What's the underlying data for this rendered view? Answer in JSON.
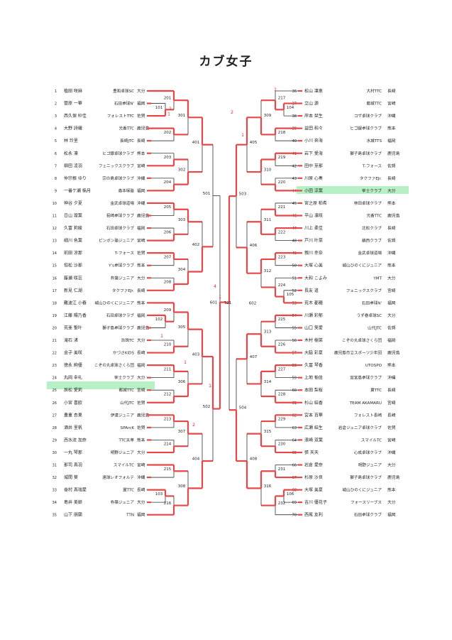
{
  "title": "カブ女子",
  "left_players": [
    {
      "no": "1",
      "name": "植田 咲麻",
      "club": "豊和卓球SC",
      "pref": "大分"
    },
    {
      "no": "2",
      "name": "菅原 一華",
      "club": "石田卓球N'",
      "pref": "福岡"
    },
    {
      "no": "3",
      "name": "西久保 紗佳",
      "club": "フォレストTTC",
      "pref": "佐賀"
    },
    {
      "no": "4",
      "name": "大野 詩織",
      "club": "光香TTC",
      "pref": "鹿児島"
    },
    {
      "no": "5",
      "name": "林 玲里",
      "club": "長崎JTC",
      "pref": "長崎"
    },
    {
      "no": "6",
      "name": "松永 凛",
      "club": "ヒゴ銀卓球クラブ",
      "pref": "熊本"
    },
    {
      "no": "7",
      "name": "柳田 凌羽",
      "club": "フェニックスクラブ",
      "pref": "宮崎"
    },
    {
      "no": "8",
      "name": "仲宗根 ゆり",
      "club": "宗の島卓球クラブ",
      "pref": "沖縄"
    },
    {
      "no": "9",
      "name": "一番ケ瀬 楠月",
      "club": "森本塚塾",
      "pref": "福岡"
    },
    {
      "no": "10",
      "name": "神谷 夕夏",
      "club": "金武卓球道場",
      "pref": "沖縄"
    },
    {
      "no": "11",
      "name": "日山 理葉",
      "club": "祝崎卓球クラブ",
      "pref": "鹿児島"
    },
    {
      "no": "12",
      "name": "久富 莉綾",
      "club": "石田卓球クラブ",
      "pref": "福岡"
    },
    {
      "no": "13",
      "name": "細川 色葉",
      "club": "ピンポン塾ジュニア",
      "pref": "宮崎"
    },
    {
      "no": "14",
      "name": "前田 涼那",
      "club": "T-フォース",
      "pref": "佐賀"
    },
    {
      "no": "15",
      "name": "恒松 沙那",
      "club": "Y's卓球クラブ",
      "pref": "熊本"
    },
    {
      "no": "16",
      "name": "藤瀬 咲芸",
      "club": "杵築ジュニア",
      "pref": "大分"
    },
    {
      "no": "17",
      "name": "新見 仁湖",
      "club": "タクファEJr.",
      "pref": "長崎"
    },
    {
      "no": "18",
      "name": "難波江 小春",
      "club": "城山ひのくにジュニア",
      "pref": "熊本"
    },
    {
      "no": "19",
      "name": "江藤 陽乃香",
      "club": "石田卓球クラブ",
      "pref": "福岡"
    },
    {
      "no": "20",
      "name": "荒亜 聖叶",
      "club": "獅子島卓球クラブ",
      "pref": "鹿児島"
    },
    {
      "no": "21",
      "name": "滝石 渚",
      "club": "玖珠TC",
      "pref": "大分"
    },
    {
      "no": "22",
      "name": "金子 美咲",
      "club": "かづさKIDS",
      "pref": "長崎"
    },
    {
      "no": "23",
      "name": "徳永 絢優",
      "club": "こぞの丸卓球さくら団",
      "pref": "福岡"
    },
    {
      "no": "24",
      "name": "丸岡 幸礼",
      "club": "宰士クラブ",
      "pref": "大分"
    },
    {
      "no": "25",
      "name": "辰松 愛莉",
      "club": "都城TTC",
      "pref": "宮崎"
    },
    {
      "no": "26",
      "name": "小宮 喜欧",
      "club": "山代JTC",
      "pref": "佐賀"
    },
    {
      "no": "27",
      "name": "豊重 杏果",
      "club": "伊達ジュニア",
      "pref": "鹿児島"
    },
    {
      "no": "28",
      "name": "酒井 里帆",
      "club": "SPArcK",
      "pref": "佐賀"
    },
    {
      "no": "29",
      "name": "西水流 加奈",
      "club": "TTC天草",
      "pref": "熊本"
    },
    {
      "no": "30",
      "name": "一丸 琴那",
      "club": "明野ジュニア",
      "pref": "大分"
    },
    {
      "no": "31",
      "name": "那司 真羽",
      "club": "スマイルTC",
      "pref": "宮崎"
    },
    {
      "no": "32",
      "name": "城間 葵",
      "club": "遠球レオフォルテ",
      "pref": "沖縄"
    },
    {
      "no": "33",
      "name": "嵜村 真瑞愛",
      "club": "翼TTC",
      "pref": "長崎"
    },
    {
      "no": "34",
      "name": "島井 美娘",
      "club": "杵築ジュニア",
      "pref": "大分"
    },
    {
      "no": "35",
      "name": "山下 朋蘭",
      "club": "TTN",
      "pref": "福岡"
    }
  ],
  "right_players": [
    {
      "no": "36",
      "name": "松山 凜恵",
      "club": "大村TTC",
      "pref": "長崎"
    },
    {
      "no": "37",
      "name": "立山 源",
      "club": "都城TTC",
      "pref": "宮崎"
    },
    {
      "no": "38",
      "name": "岸本 栞生",
      "club": "コザ卓球クラブ",
      "pref": "沖縄"
    },
    {
      "no": "39",
      "name": "益田 和々",
      "club": "ヒゴ銀卓球クラブ",
      "pref": "熊本"
    },
    {
      "no": "40",
      "name": "小川 奔海",
      "club": "水城TTS",
      "pref": "福岡"
    },
    {
      "no": "41",
      "name": "岩下 愛海",
      "club": "獅子島卓球クラブ",
      "pref": "鹿児島"
    },
    {
      "no": "42",
      "name": "田中 芽那",
      "club": "T-フォース",
      "pref": "佐賀"
    },
    {
      "no": "43",
      "name": "川原 心奏",
      "club": "タクファEJr.",
      "pref": "長崎"
    },
    {
      "no": "44",
      "name": "小田 涼葉",
      "club": "宰士クラブ",
      "pref": "大分"
    },
    {
      "no": "45",
      "name": "宮之原 柏希",
      "club": "林田卓球クラブ",
      "pref": "熊本"
    },
    {
      "no": "46",
      "name": "平山 凛咲",
      "club": "光香TTC",
      "pref": "鹿児島"
    },
    {
      "no": "47",
      "name": "川上 柔佳",
      "club": "北松クラブ",
      "pref": "長崎"
    },
    {
      "no": "48",
      "name": "戸川 叶菜",
      "club": "鎮西クラブ",
      "pref": "佐賀"
    },
    {
      "no": "49",
      "name": "親川 幸奈",
      "club": "金武卓球道場",
      "pref": "沖縄"
    },
    {
      "no": "50",
      "name": "大塚 心美",
      "club": "城山ひのくにジュニア",
      "pref": "熊本"
    },
    {
      "no": "51",
      "name": "大和 こよみ",
      "club": "YMT",
      "pref": "大分"
    },
    {
      "no": "52",
      "name": "長友 道",
      "club": "フェニックスクラブ",
      "pref": "宮崎"
    },
    {
      "no": "53",
      "name": "荒木 都穂",
      "club": "石田卓球N'",
      "pref": "福岡"
    },
    {
      "no": "54",
      "name": "川瀬 彩郁",
      "club": "うず巻卓球SC",
      "pref": "大分"
    },
    {
      "no": "55",
      "name": "山口 笑愛",
      "club": "山代JTC",
      "pref": "佐賀"
    },
    {
      "no": "56",
      "name": "木村 樹菜",
      "club": "こぞの丸卓球さくら団",
      "pref": "福岡"
    },
    {
      "no": "57",
      "name": "大脇 彩夏",
      "club": "鹿児島市立スポーツ少年団",
      "pref": "鹿児島"
    },
    {
      "no": "58",
      "name": "久冨 琴香",
      "club": "UTOSPO",
      "pref": "熊本"
    },
    {
      "no": "59",
      "name": "上地 柚佳",
      "club": "宜宮島卓球クラブ",
      "pref": "沖縄"
    },
    {
      "no": "60",
      "name": "本田 梨桜",
      "club": "翼TTC",
      "pref": "長崎"
    },
    {
      "no": "61",
      "name": "杉山 結香",
      "club": "TEAM AKAMARU",
      "pref": "宮崎"
    },
    {
      "no": "62",
      "name": "宮本 百華",
      "club": "フォレスト長崎",
      "pref": "長崎"
    },
    {
      "no": "63",
      "name": "広瀬 結生",
      "club": "岩倉ジュニア卓球クラブ",
      "pref": "佐賀"
    },
    {
      "no": "64",
      "name": "濱崎 双葉",
      "club": "スマイルTC",
      "pref": "宮崎"
    },
    {
      "no": "65",
      "name": "張 天天",
      "club": "心成卓球クラブ",
      "pref": "沖縄"
    },
    {
      "no": "66",
      "name": "岩倉 愛奈",
      "club": "明野ジュニア",
      "pref": "大分"
    },
    {
      "no": "67",
      "name": "杉原 沙良",
      "club": "獅子島卓球クラブ",
      "pref": "鹿児島"
    },
    {
      "no": "68",
      "name": "大塚 美夏",
      "club": "城山ひのくにジュニア",
      "pref": "熊本"
    },
    {
      "no": "69",
      "name": "吉川 優花子",
      "club": "フォースリーブス",
      "pref": "大分"
    },
    {
      "no": "70",
      "name": "西尾 友利",
      "club": "石田卓球クラブ",
      "pref": "福岡"
    }
  ],
  "codes": {
    "l101": "101",
    "l102": "102",
    "l103": "103",
    "l201": "201",
    "l202": "202",
    "l203": "203",
    "l204": "204",
    "l205": "205",
    "l206": "206",
    "l207": "207",
    "l208": "208",
    "l209": "209",
    "l210": "210",
    "l211": "211",
    "l212": "212",
    "l213": "213",
    "l214": "214",
    "l215": "215",
    "l216": "216",
    "l301": "301",
    "l302": "302",
    "l303": "303",
    "l304": "304",
    "l305": "305",
    "l306": "306",
    "l307": "307",
    "l308": "308",
    "l401": "401",
    "l402": "402",
    "l403": "403",
    "l404": "404",
    "l501": "501",
    "l502": "502",
    "l601": "601",
    "c701": "701",
    "r104": "104",
    "r105": "105",
    "r106": "106",
    "r217": "217",
    "r218": "218",
    "r219": "219",
    "r220": "220",
    "r221": "221",
    "r222": "222",
    "r223": "223",
    "r224": "224",
    "r225": "225",
    "r226": "226",
    "r227": "227",
    "r228": "228",
    "r229": "229",
    "r230": "230",
    "r231": "231",
    "r232": "232",
    "r309": "309",
    "r310": "310",
    "r311": "311",
    "r312": "312",
    "r313": "313",
    "r314": "314",
    "r315": "315",
    "r316": "316",
    "r405": "405",
    "r406": "406",
    "r407": "407",
    "r408": "408",
    "r503": "503",
    "r504": "504",
    "r602": "602"
  },
  "results": {
    "win": "1",
    "second": "2",
    "fourth": "4"
  },
  "colors": {
    "win_line": "#e8474a",
    "base_line": "#333333",
    "highlight": "#b8f0c6"
  }
}
